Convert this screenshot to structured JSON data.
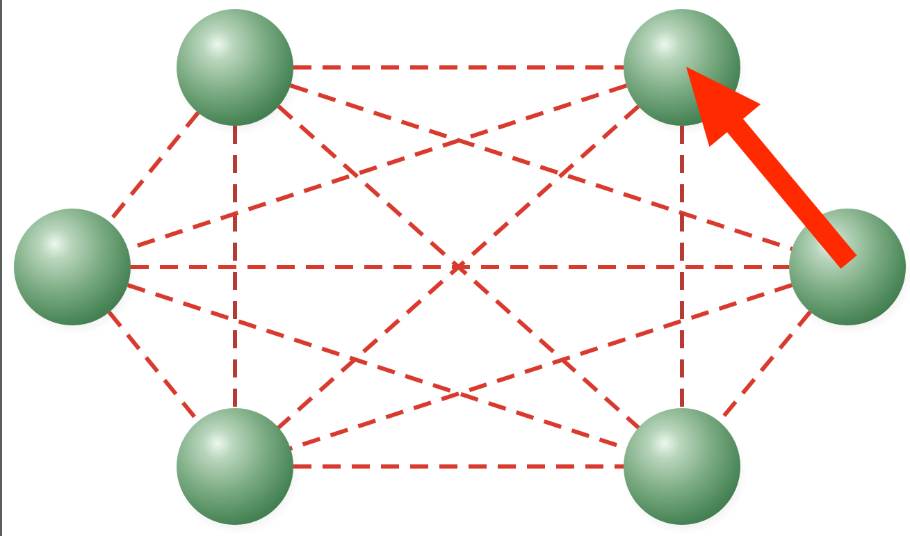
{
  "diagram": {
    "type": "full-mesh-network",
    "node_count": 6,
    "nodes": [
      {
        "id": "n1",
        "name": "top-left"
      },
      {
        "id": "n2",
        "name": "top-right"
      },
      {
        "id": "n3",
        "name": "middle-left"
      },
      {
        "id": "n4",
        "name": "middle-right"
      },
      {
        "id": "n5",
        "name": "bottom-left"
      },
      {
        "id": "n6",
        "name": "bottom-right"
      }
    ],
    "edges": [
      [
        "n1",
        "n2"
      ],
      [
        "n1",
        "n3"
      ],
      [
        "n1",
        "n4"
      ],
      [
        "n1",
        "n5"
      ],
      [
        "n1",
        "n6"
      ],
      [
        "n2",
        "n3"
      ],
      [
        "n2",
        "n4"
      ],
      [
        "n2",
        "n5"
      ],
      [
        "n2",
        "n6"
      ],
      [
        "n3",
        "n4"
      ],
      [
        "n3",
        "n5"
      ],
      [
        "n3",
        "n6"
      ],
      [
        "n4",
        "n5"
      ],
      [
        "n4",
        "n6"
      ],
      [
        "n5",
        "n6"
      ]
    ],
    "highlight_arrow": {
      "from": "n4",
      "to": "n2"
    }
  },
  "colors": {
    "background": "#ffffff",
    "edge": "#d93a2e",
    "edge_vertical": "#b83a34",
    "node_light": "#dff0df",
    "node_mid": "#7bab82",
    "node_dark": "#3e7a4c",
    "arrow": "#ff2a00",
    "left_border": "#5e5e5e"
  }
}
